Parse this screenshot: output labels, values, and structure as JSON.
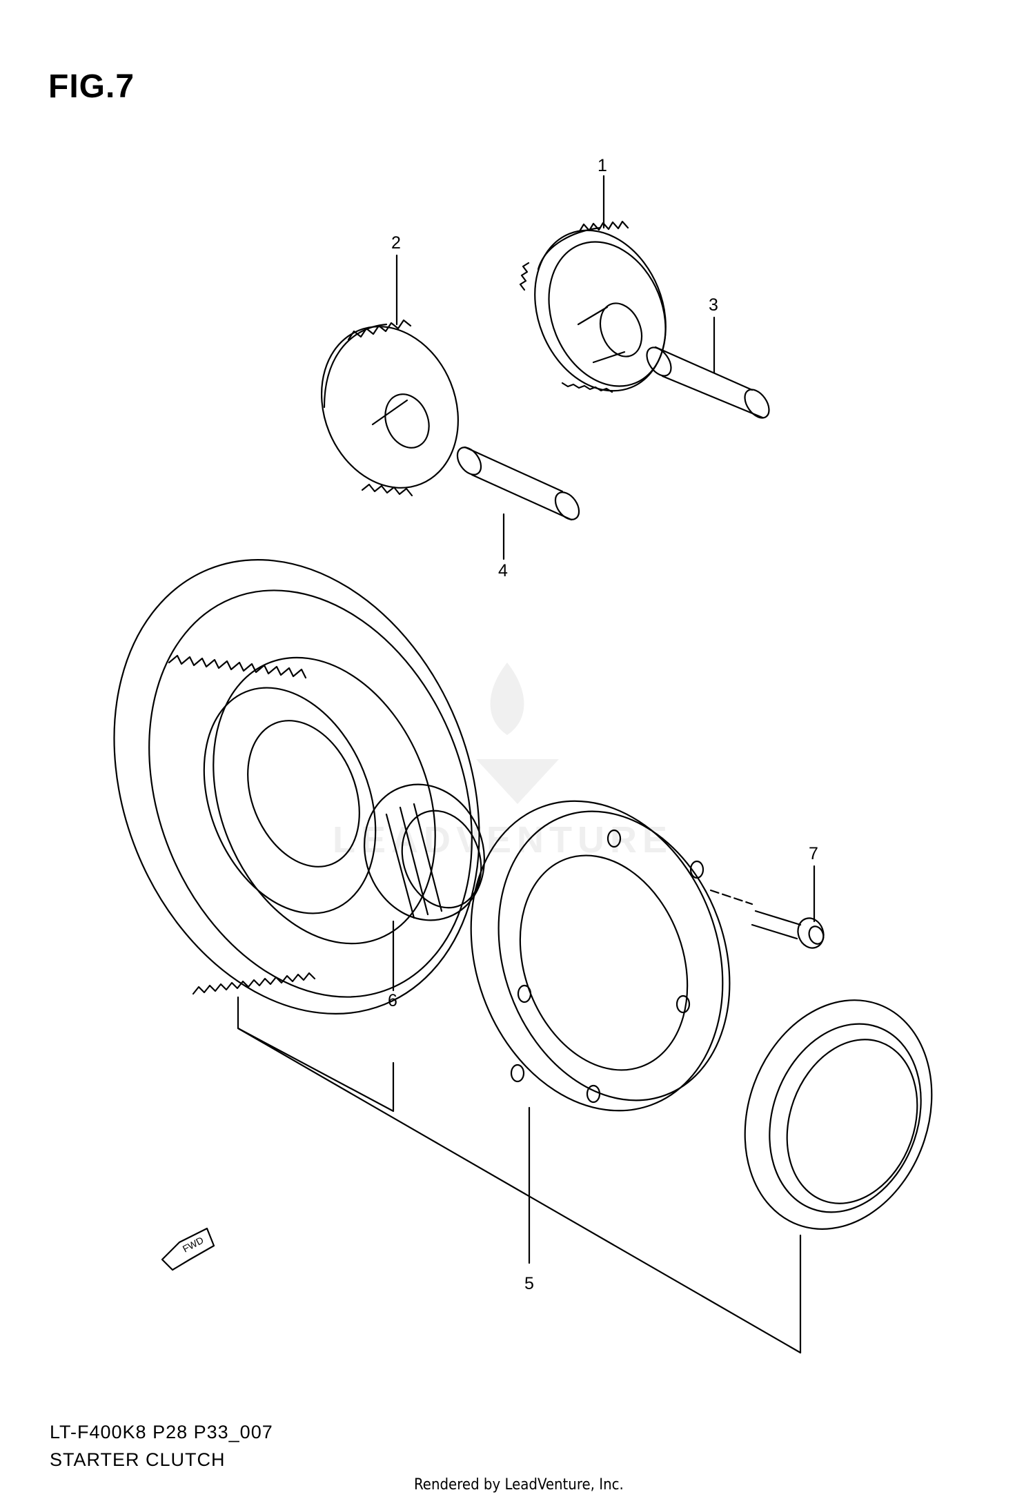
{
  "figure": {
    "title": "FIG.7",
    "code": "LT-F400K8 P28 P33_007",
    "name": "STARTER CLUTCH",
    "watermark_text": "LEADVENTURE",
    "rendered_by": "Rendered by LeadVenture, Inc.",
    "fwd_label": "FWD"
  },
  "callouts": [
    {
      "label": "1",
      "part": "starter-idle-gear-1"
    },
    {
      "label": "2",
      "part": "starter-idle-gear-2"
    },
    {
      "label": "3",
      "part": "idle-gear-shaft-1"
    },
    {
      "label": "4",
      "part": "idle-gear-shaft-2"
    },
    {
      "label": "5",
      "part": "starter-clutch-body"
    },
    {
      "label": "6",
      "part": "needle-bearing"
    },
    {
      "label": "7",
      "part": "clutch-bolt"
    }
  ],
  "colors": {
    "line": "#000000",
    "background": "#ffffff",
    "watermark": "#eeeeee"
  }
}
